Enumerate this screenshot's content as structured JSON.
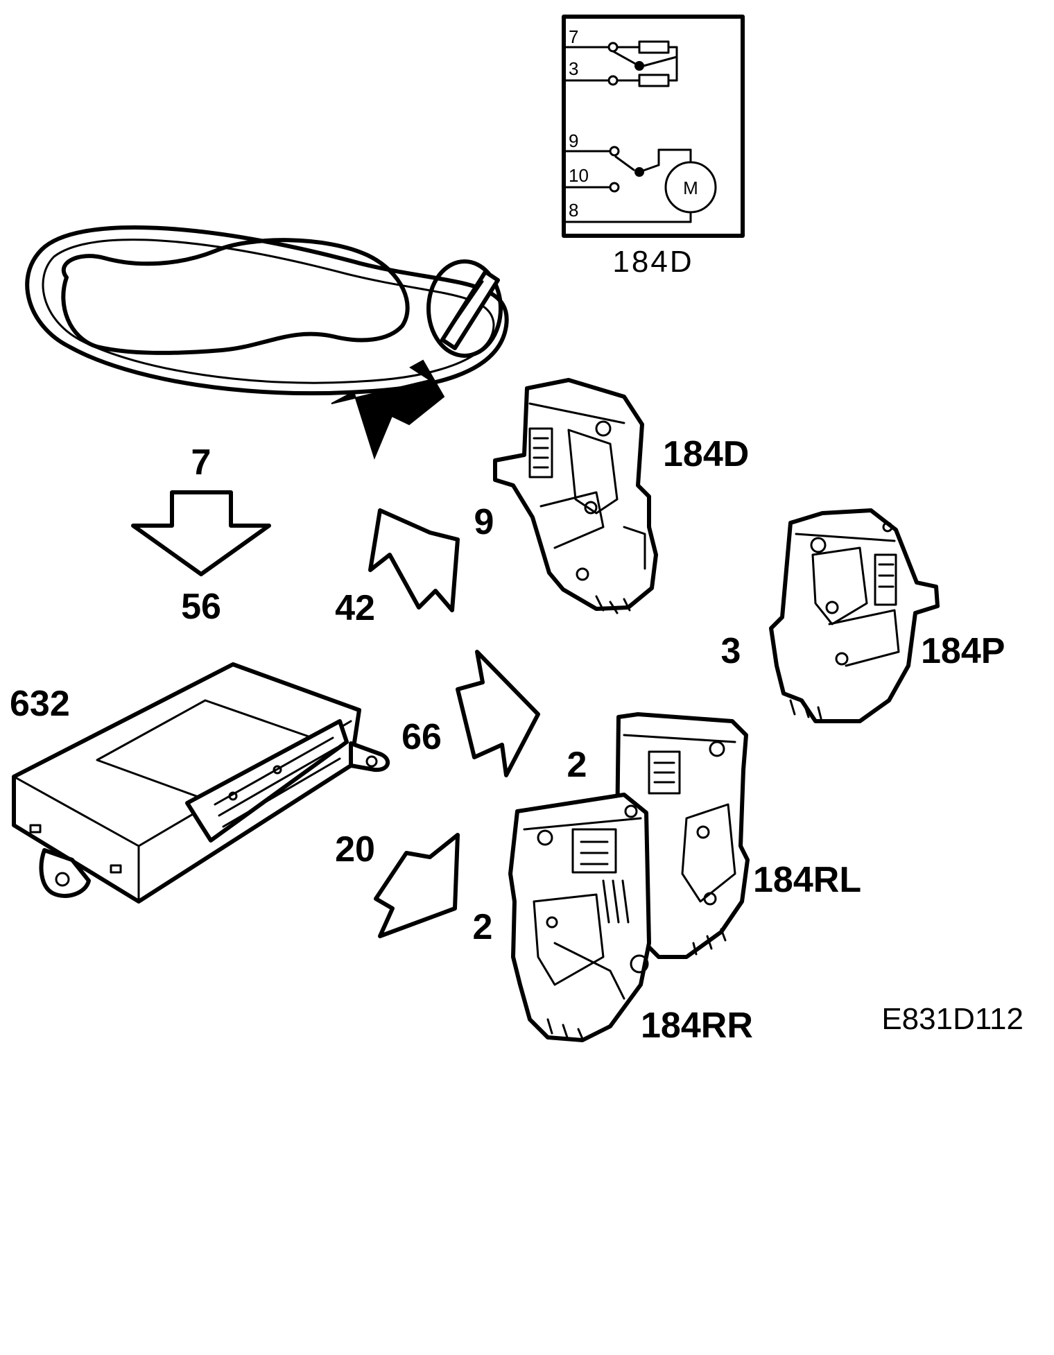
{
  "schematic": {
    "pin_7": "7",
    "pin_3": "3",
    "pin_9": "9",
    "pin_10": "10",
    "pin_8": "8",
    "motor": "M",
    "caption": "184D"
  },
  "labels": {
    "arrow_top": "7",
    "arrow_bottom": "56",
    "control_module": "632",
    "arrow_42": "42",
    "arrow_66": "66",
    "arrow_20": "20",
    "pin_9": "9",
    "pin_3": "3",
    "pin_2_rl": "2",
    "pin_2_rr": "2",
    "lock_184d": "184D",
    "lock_184p": "184P",
    "lock_184rl": "184RL",
    "lock_184rr": "184RR",
    "reference": "E831D112"
  }
}
